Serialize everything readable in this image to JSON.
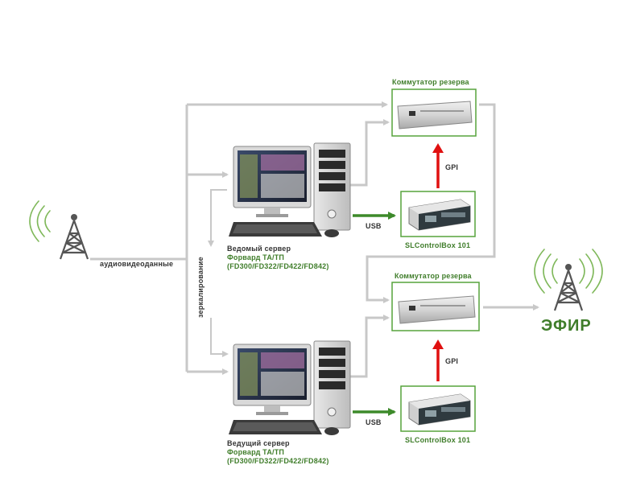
{
  "labels": {
    "audio_video_data": "аудиовидеоданные",
    "mirroring": "зеркалирование",
    "slave_server": "Ведомый сервер",
    "slave_product": "Форвард ТА/ТП",
    "slave_models": "(FD300/FD322/FD422/FD842)",
    "master_server": "Ведущий сервер",
    "master_product": "Форвард ТА/ТП",
    "master_models": "(FD300/FD322/FD422/FD842)",
    "switch_top": "Коммутатор резерва",
    "switch_bottom": "Коммутатор резерва",
    "gpi_top": "GPI",
    "gpi_bottom": "GPI",
    "usb_top": "USB",
    "usb_bottom": "USB",
    "controlbox_top": "SLControlBox 101",
    "controlbox_bottom": "SLControlBox 101",
    "air": "ЭФИР"
  },
  "colors": {
    "line_gray": "#c8c8c8",
    "usb_green": "#3d8a2a",
    "gpi_red": "#e01010",
    "label_green": "#3f7d2a",
    "text_dark": "#333333",
    "signal_green": "#7fb85a",
    "tower_gray": "#555555"
  },
  "icons": {
    "source": "antenna-tower-icon",
    "destination": "broadcast-tower-icon",
    "server": "desktop-computer-icon",
    "switch": "rack-switch-icon",
    "controlbox": "control-box-icon"
  }
}
